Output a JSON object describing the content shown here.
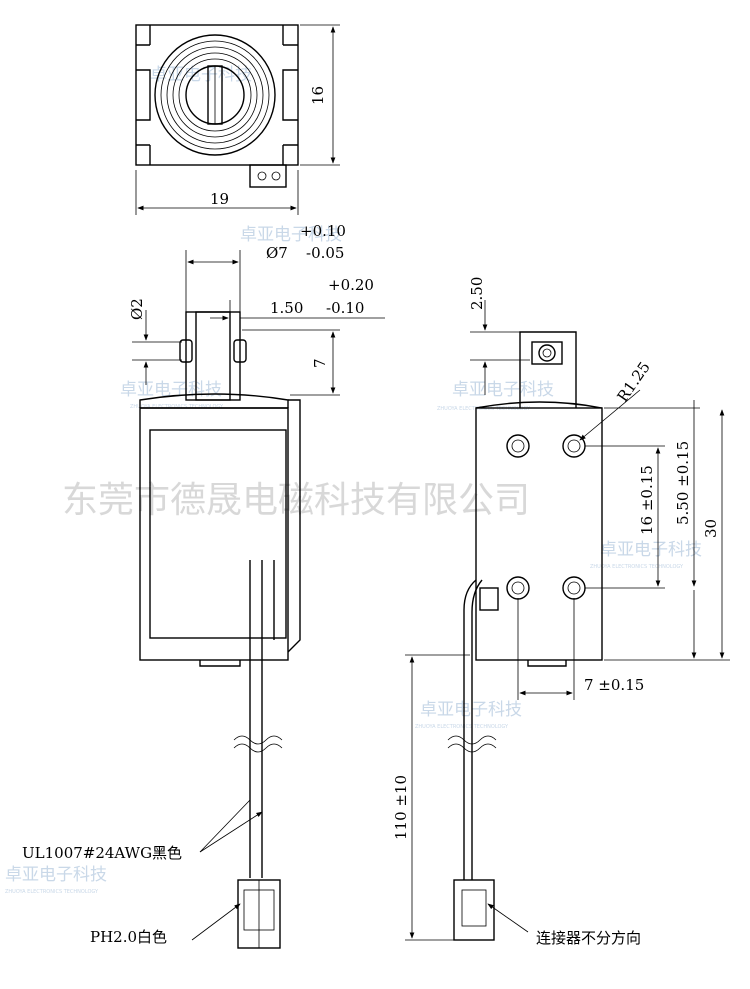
{
  "top_view": {
    "width_label": "19",
    "height_label": "16"
  },
  "front_view": {
    "diameter_upper": "+0.10",
    "diameter_main": "Ø7",
    "diameter_lower": "-0.05",
    "pin_diameter": "Ø2",
    "offset_upper": "+0.20",
    "offset_main": "1.50",
    "offset_lower": "-0.10",
    "stroke_label": "7",
    "wire_label": "UL1007#24AWG黑色",
    "connector_label": "PH2.0白色"
  },
  "side_view": {
    "top_label": "2.50",
    "radius_label": "R1.25",
    "hole_spacing_label": "16 ±0.15",
    "bottom_hole_label": "5.50 ±0.15",
    "height_label": "30",
    "hole_x_label": "7 ±0.15",
    "lead_length_label": "110 ±10",
    "note_label": "连接器不分方向"
  },
  "watermark": {
    "company": "东莞市德晟电磁科技有限公司",
    "logo_text": "卓亚电子科技",
    "logo_sub": "ZHUOYA ELECTRONICS TECHNOLOGY"
  }
}
